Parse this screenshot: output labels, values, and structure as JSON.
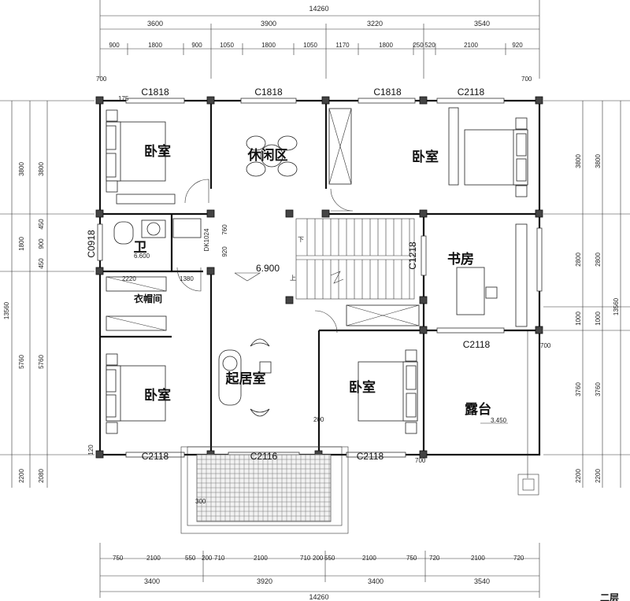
{
  "top_dims": {
    "total": "14260",
    "row1": [
      "3600",
      "3900",
      "3220",
      "3540"
    ],
    "row2": [
      "900",
      "1800",
      "900",
      "1050",
      "1800",
      "1050",
      "1170",
      "1800",
      "250",
      "520",
      "2100",
      "920"
    ]
  },
  "bottom_dims": {
    "row1": [
      "750",
      "2100",
      "550",
      "200",
      "710",
      "2100",
      "710",
      "200",
      "550",
      "2100",
      "750",
      "720",
      "2100",
      "720"
    ],
    "row2": [
      "3400",
      "3920",
      "3400",
      "3540"
    ],
    "total": "14260"
  },
  "left_dims": {
    "outer": [
      "3800",
      "1800",
      "13560",
      "5760",
      "2200"
    ],
    "inner": [
      "3800",
      "450",
      "900",
      "450",
      "5760",
      "2080"
    ]
  },
  "right_dims": {
    "outer": [
      "3800",
      "2800",
      "13560",
      "1000",
      "3760",
      "2200"
    ],
    "inner": [
      "3800",
      "2800",
      "1000",
      "3760",
      "2200"
    ]
  },
  "rooms": {
    "bedroom_nw": "卧室",
    "leisure": "休闲区",
    "bedroom_ne": "卧室",
    "bathroom": "卫",
    "study": "书房",
    "cloakroom": "衣帽间",
    "bedroom_sw": "卧室",
    "living": "起居室",
    "bedroom_s": "卧室",
    "terrace": "露台"
  },
  "windows": {
    "w1": "C1818",
    "w2": "C1818",
    "w3": "C1818",
    "w4": "C2118",
    "w5": "C0918",
    "w6": "C1218",
    "w7": "C2118",
    "w8": "C2118",
    "w9": "C2116",
    "w10": "C2118",
    "door": "DK1024"
  },
  "levels": {
    "floor": "6.900",
    "bath": "6.600",
    "terrace": "3.450"
  },
  "annotations": {
    "d700a": "700",
    "d700b": "700",
    "d700c": "700",
    "d700d": "700",
    "d175": "175",
    "d120": "120",
    "d2220": "2220",
    "d1380": "1380",
    "d760": "760",
    "d920": "920",
    "d200": "200",
    "d300": "300",
    "stair_down": "下",
    "stair_up": "上",
    "corner_text": "二层"
  }
}
